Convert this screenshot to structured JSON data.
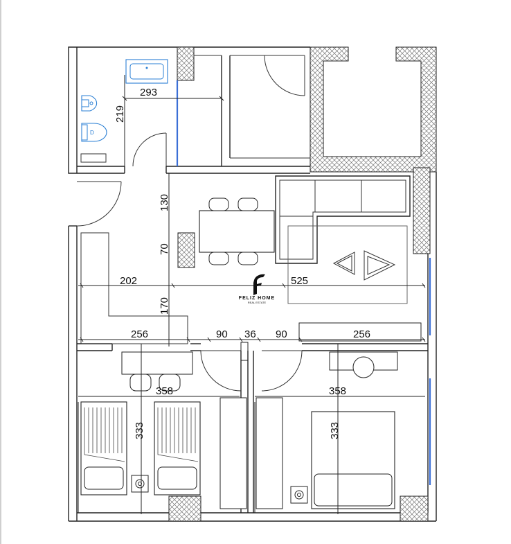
{
  "logo": {
    "brand": "FELIZ HOME",
    "tagline": "REAL ESTATE",
    "colors": {
      "mark": "#111111"
    }
  },
  "dimensions": {
    "bath_width": "293",
    "bath_height": "219",
    "hall_upper": "130",
    "hall_mid": "70",
    "living_left": "202",
    "living_right": "525",
    "living_lower": "170",
    "kitchen_width": "256",
    "door_left": "90",
    "wall_gap": "36",
    "door_right": "90",
    "wardrobe_width": "256",
    "bedroom1_width": "358",
    "bedroom2_width": "358",
    "bedroom1_depth": "333",
    "bedroom2_depth": "333"
  },
  "colors": {
    "window": "#3b6fd6",
    "fixture": "#2a7fd4",
    "wall": "#222222"
  }
}
